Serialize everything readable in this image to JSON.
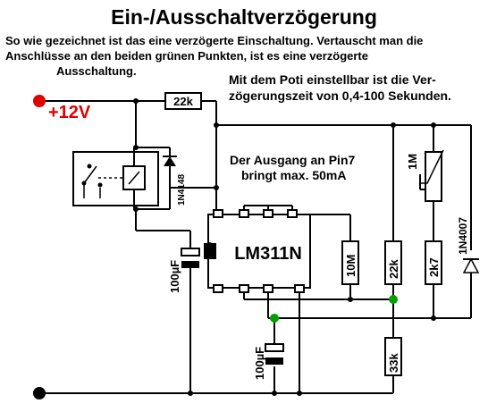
{
  "title": "Ein-/Ausschaltverzögerung",
  "description": {
    "line1": "So wie gezeichnet ist das eine verzögerte Einschaltung. Vertauscht man die",
    "line2": "Anschlüsse an den beiden grünen Punkten, ist es eine verzögerte",
    "line3": "Ausschaltung."
  },
  "poti_note": {
    "line1": "Mit dem Poti einstellbar ist die Ver-",
    "line2": "zögerungszeit von 0,4-100 Sekunden."
  },
  "output_note": {
    "line1": "Der Ausgang an Pin7",
    "line2": "bringt max. 50mA"
  },
  "supply_label": "+12V",
  "components": {
    "r_top": "22k",
    "diode_relay": "1N4148",
    "ic": "LM311N",
    "cap_left": "100µF",
    "r_10m": "10M",
    "r_22k": "22k",
    "r_2k7": "2k7",
    "poti": "1M",
    "diode_right": "1N4007",
    "cap_bottom": "100µF",
    "r_33k": "33k"
  },
  "colors": {
    "supply_dot": "#e00000",
    "supply_text": "#e00000",
    "junction_green": "#00a000",
    "relay_box": "#000000"
  }
}
